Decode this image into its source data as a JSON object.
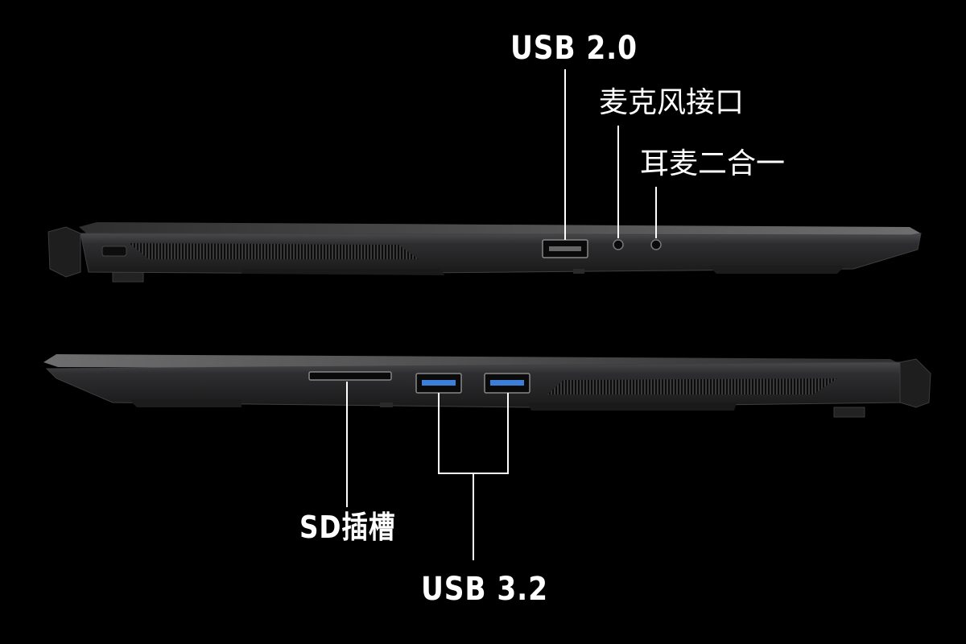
{
  "labels": {
    "usb20": "USB 2.0",
    "mic": "麦克风接口",
    "headset": "耳麦二合一",
    "sd": "SD插槽",
    "usb32": "USB 3.2"
  },
  "colors": {
    "background": "#000000",
    "label_text": "#ffffff",
    "leader_line": "#ffffff",
    "chassis": "#2c2c2e",
    "chassis_highlight": "#8a8a8c",
    "usb3_port": "#3b7fd9"
  }
}
